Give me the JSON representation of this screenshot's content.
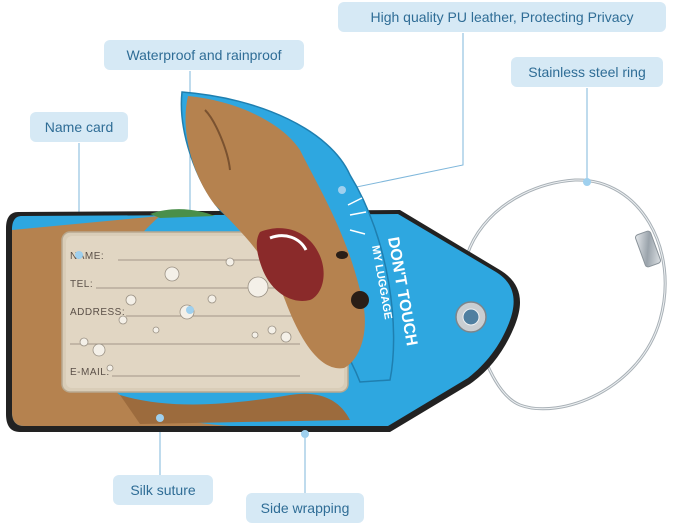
{
  "callouts": {
    "privacy": "High quality PU leather,  Protecting Privacy",
    "waterproof": "Waterproof and rainproof",
    "steel_ring": "Stainless steel ring",
    "name_card": "Name card",
    "silk_suture": "Silk suture",
    "side_wrapping": "Side wrapping"
  },
  "card": {
    "name": "NAME:",
    "tel": "TEL:",
    "address": "ADDRESS:",
    "email": "E-MAIL:"
  },
  "flap_text": {
    "line1": "DON'T TOUCH",
    "line2": "MY LUGGAGE"
  },
  "colors": {
    "callout_bg": "#d6e9f5",
    "callout_text": "#2f6d96",
    "tag_blue": "#2ea7e0",
    "otter_brown": "#b5824f",
    "card_beige": "#d9cdb8"
  }
}
